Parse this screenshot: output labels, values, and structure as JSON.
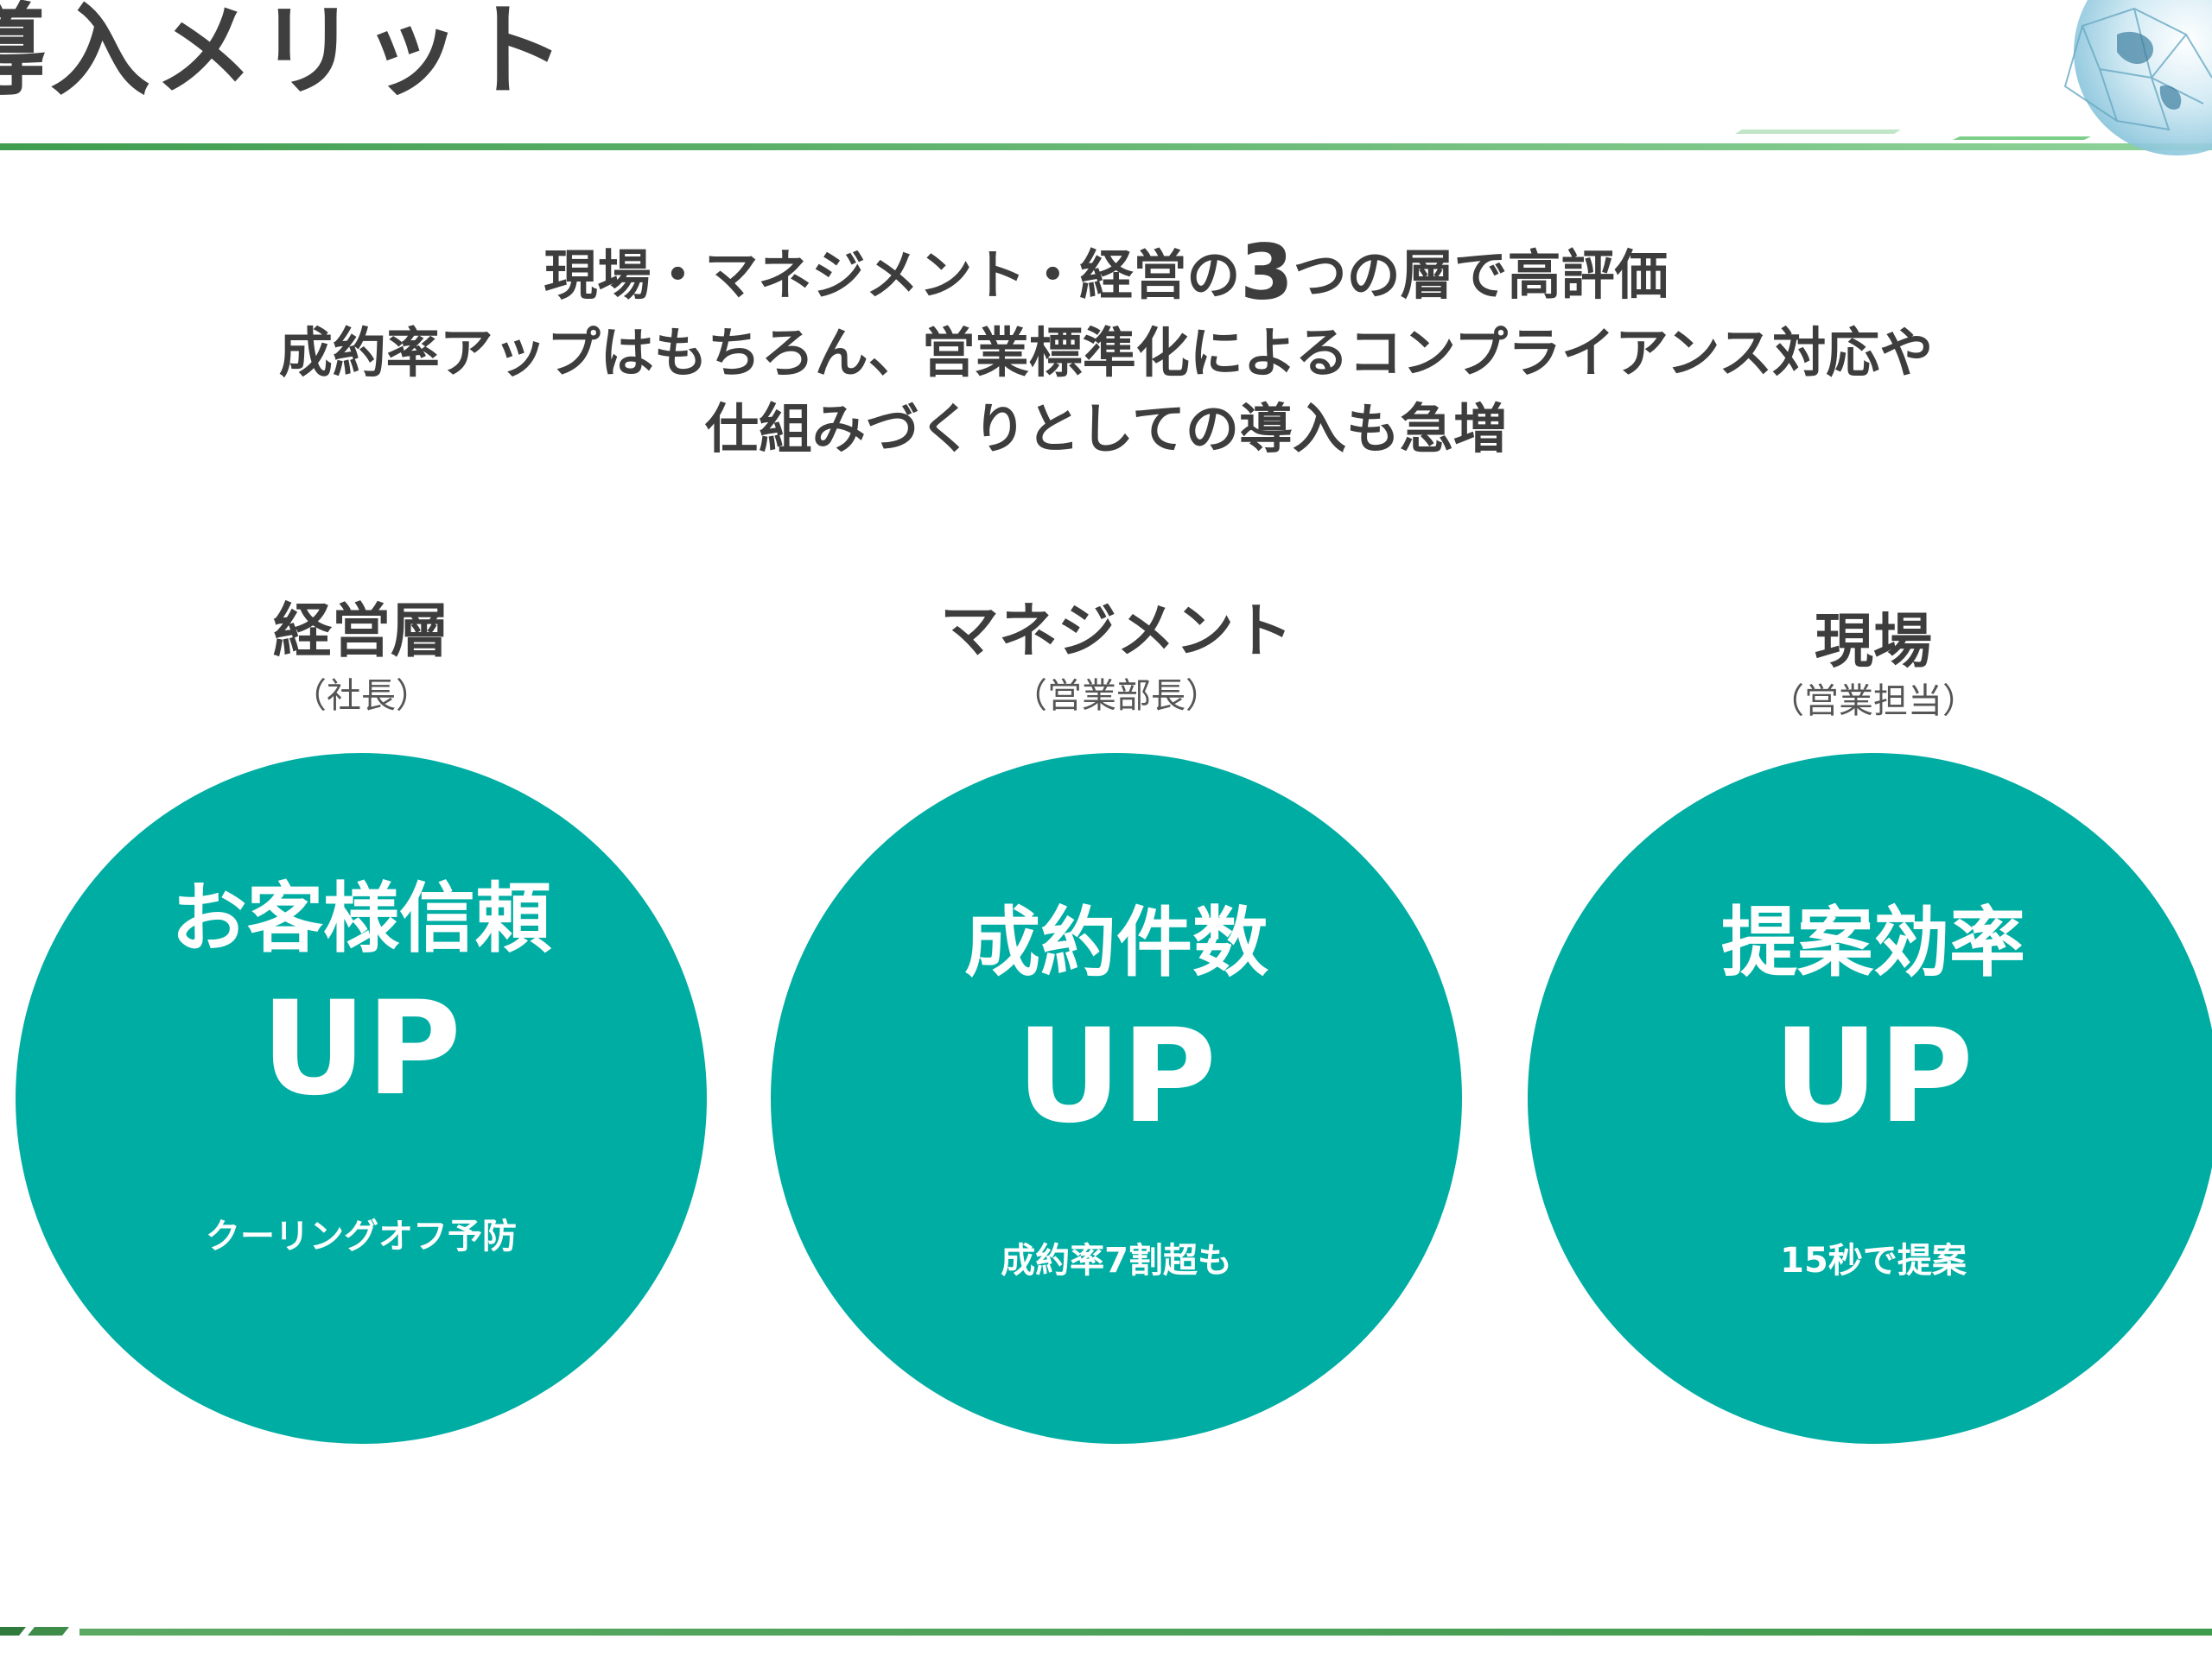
{
  "page": {
    "title": "導入メリット"
  },
  "lead": {
    "line1_before": "現場・マネジメント・経営の",
    "line1_number": "3",
    "line1_after": "つの層で高評価",
    "line2": "成約率アップはもちろん、営業標準化によるコンプライアンス対応や",
    "line3": "仕組みづくりとしての導入も急増"
  },
  "columns": [
    {
      "heading": "経営層",
      "role": "（社長）",
      "benefit": "お客様信頼",
      "up": "UP",
      "note": "クーリングオフ予防"
    },
    {
      "heading": "マネジメント",
      "role": "（営業部長）",
      "benefit": "成約件数",
      "up": "UP",
      "note": "成約率7割超も"
    },
    {
      "heading": "現場",
      "role": "（営業担当）",
      "benefit": "提案効率",
      "up": "UP",
      "note": "15秒で提案"
    }
  ],
  "colors": {
    "accent_teal": "#00ada3",
    "rule_green": "#4fae5f",
    "text_dark": "#3d3d3d"
  }
}
